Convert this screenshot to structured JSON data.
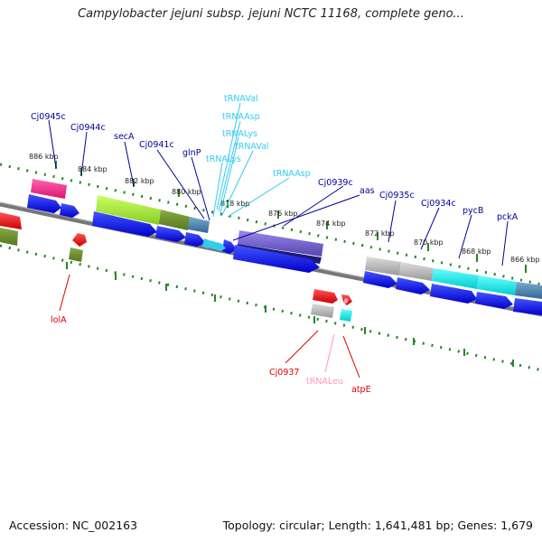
{
  "title": "Campylobacter jejuni subsp. jejuni NCTC 11168, complete geno...",
  "footer": {
    "accession": "Accession: NC_002163",
    "topology": "Topology: circular; Length: 1,641,481 bp; Genes: 1,679"
  },
  "colors": {
    "cds": "#0000dd",
    "trna": "#33ccee",
    "rrna_leu": "#ff99bb",
    "label_top": "#000099",
    "label_bottom": "#dd0000",
    "ruler": "#228822",
    "backbone": "#777777"
  },
  "diagram": {
    "kbp_ticks": [
      "886 kbp",
      "884 kbp",
      "882 kbp",
      "880 kbp",
      "878 kbp",
      "876 kbp",
      "874 kbp",
      "872 kbp",
      "870 kbp",
      "868 kbp",
      "866 kbp"
    ],
    "top_labels": {
      "Cj0945c": "Cj0945c",
      "Cj0944c": "Cj0944c",
      "secA": "secA",
      "Cj0941c": "Cj0941c",
      "glnP": "glnP",
      "tRNAVal_1": "tRNAVal",
      "tRNAAsp_1": "tRNAAsp",
      "tRNALys_1": "tRNALys",
      "tRNAVal_2": "tRNAVal",
      "tRNALys_2": "tRNALys",
      "tRNAAsp_2": "tRNAAsp",
      "Cj0939c": "Cj0939c",
      "aas": "aas",
      "Cj0935c": "Cj0935c",
      "Cj0934c": "Cj0934c",
      "pycB": "pycB",
      "pckA": "pckA"
    },
    "bottom_labels": {
      "lolA": "lolA",
      "Cj0937": "Cj0937",
      "tRNALeu": "tRNALeu",
      "atpE": "atpE"
    }
  }
}
